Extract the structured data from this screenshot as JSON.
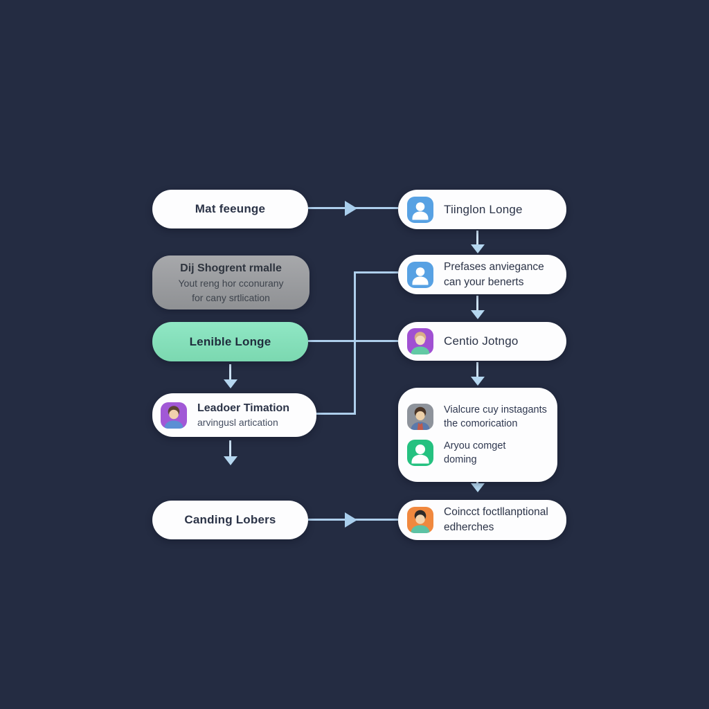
{
  "colors": {
    "background": "#242c42",
    "node_white": "#fdfdfe",
    "node_gray": "#9b9da0",
    "node_green": "#86e2bd",
    "connector_blue": "#aecfec",
    "icon_blue": "#57a1e3",
    "icon_purple": "#a158d6",
    "icon_gray": "#8e939b",
    "icon_green": "#25c180",
    "icon_orange": "#f0883e"
  },
  "left": [
    {
      "title": "Mat feeunge"
    },
    {
      "title": "Dij Shogrent rmalle",
      "line1": "Yout reng hor cconurany",
      "line2": "for cany srtlication"
    },
    {
      "title": "Lenible Longe"
    },
    {
      "title": "Leadoer Timation",
      "subtitle": "arvingusl artication",
      "icon": "person-avatar-purple-icon"
    },
    {
      "title": "Canding Lobers"
    }
  ],
  "right": [
    {
      "title": "Tiinglon Longe",
      "icon": "user-silhouette-blue-icon"
    },
    {
      "line1": "Prefases anviegance",
      "line2": "can your benerts",
      "icon": "user-silhouette-blue-icon"
    },
    {
      "title": "Centio Jotngo",
      "icon": "person-avatar-purple-icon"
    },
    {
      "rows": [
        {
          "line1": "Vialcure cuy instagants",
          "line2": "the comorication",
          "icon": "person-avatar-gray-icon"
        },
        {
          "line1": "Aryou comget",
          "line2": "doming",
          "icon": "user-silhouette-green-icon"
        }
      ]
    },
    {
      "line1": "Coincct foctllanptional",
      "line2": "edherches",
      "icon": "person-avatar-orange-icon"
    }
  ]
}
